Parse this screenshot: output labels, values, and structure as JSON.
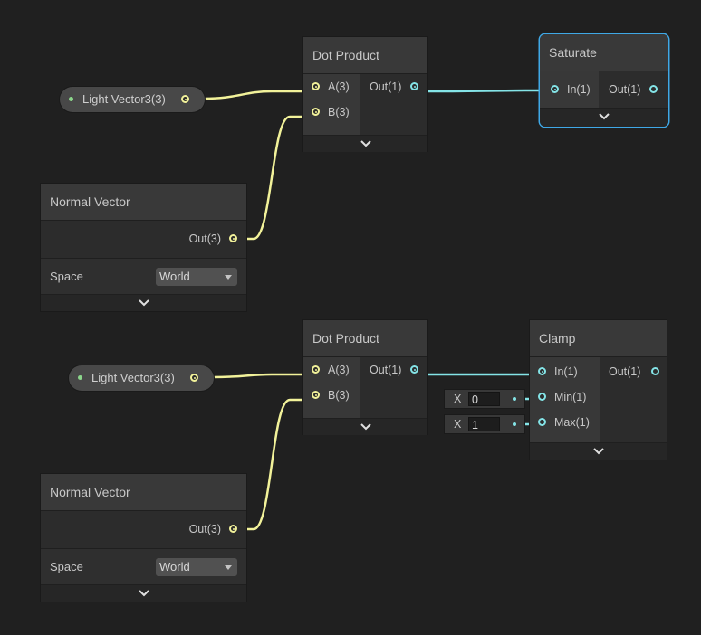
{
  "graph_top": {
    "light_pill": {
      "label": "Light Vector3(3)"
    },
    "dot_product": {
      "title": "Dot Product",
      "input_a": "A(3)",
      "input_b": "B(3)",
      "output": "Out(1)"
    },
    "saturate": {
      "title": "Saturate",
      "input": "In(1)",
      "output": "Out(1)"
    },
    "normal_vector": {
      "title": "Normal Vector",
      "output": "Out(3)",
      "space_label": "Space",
      "space_value": "World"
    }
  },
  "graph_bottom": {
    "light_pill": {
      "label": "Light Vector3(3)"
    },
    "dot_product": {
      "title": "Dot Product",
      "input_a": "A(3)",
      "input_b": "B(3)",
      "output": "Out(1)"
    },
    "clamp": {
      "title": "Clamp",
      "input": "In(1)",
      "min": "Min(1)",
      "max": "Max(1)",
      "output": "Out(1)",
      "min_field": {
        "axis": "X",
        "value": "0"
      },
      "max_field": {
        "axis": "X",
        "value": "1"
      }
    },
    "normal_vector": {
      "title": "Normal Vector",
      "output": "Out(3)",
      "space_label": "Space",
      "space_value": "World"
    }
  },
  "colors": {
    "vector3_port": "#f2f29a",
    "float_port": "#84e4e7",
    "selection": "#3fa8e6",
    "background": "#202020"
  }
}
